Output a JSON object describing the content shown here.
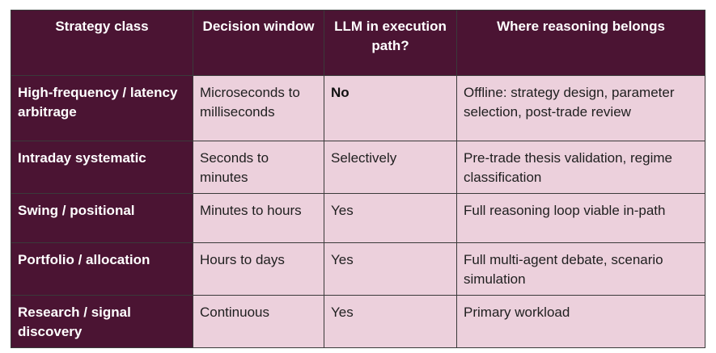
{
  "table": {
    "headers": [
      "Strategy class",
      "Decision window",
      "LLM in execution path?",
      "Where reasoning belongs"
    ],
    "rows": [
      {
        "strategy_class": "High-frequency / latency arbitrage",
        "decision_window": "Microseconds to milliseconds",
        "llm_in_path": "No",
        "reasoning_location": "Offline: strategy design, parameter selection, post-trade review"
      },
      {
        "strategy_class": "Intraday systematic",
        "decision_window": "Seconds to minutes",
        "llm_in_path": "Selectively",
        "reasoning_location": "Pre-trade thesis validation, regime classification"
      },
      {
        "strategy_class": "Swing / positional",
        "decision_window": "Minutes to hours",
        "llm_in_path": "Yes",
        "reasoning_location": "Full reasoning loop viable in-path"
      },
      {
        "strategy_class": "Portfolio / allocation",
        "decision_window": "Hours to days",
        "llm_in_path": "Yes",
        "reasoning_location": "Full multi-agent debate, scenario simulation"
      },
      {
        "strategy_class": "Research / signal discovery",
        "decision_window": "Continuous",
        "llm_in_path": "Yes",
        "reasoning_location": "Primary workload"
      }
    ]
  },
  "colors": {
    "header_background": "#4b1433",
    "cell_background": "#ecd0dc",
    "border": "#3a3a3a"
  }
}
